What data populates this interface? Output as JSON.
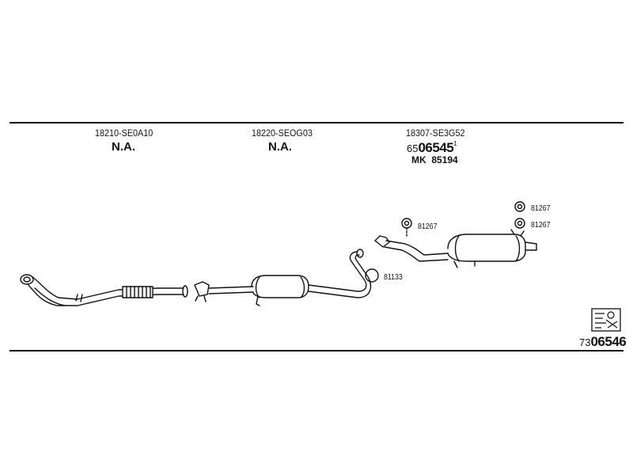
{
  "parts": [
    {
      "number": "18210-SE0A10",
      "status": "N.A."
    },
    {
      "number": "18220-SEOG03",
      "status": "N.A."
    },
    {
      "number": "18307-SE3G52"
    }
  ],
  "order_number": {
    "prefix": "65",
    "main": "06545",
    "suffix": "1"
  },
  "mounting_kit": {
    "label": "MK",
    "number": "85194"
  },
  "accessories": {
    "left_hanger": "81267",
    "right_hanger_top": "81267",
    "right_hanger_bottom": "81267",
    "ring": "81133"
  },
  "diagram_number": {
    "prefix": "73",
    "main": "06546"
  }
}
